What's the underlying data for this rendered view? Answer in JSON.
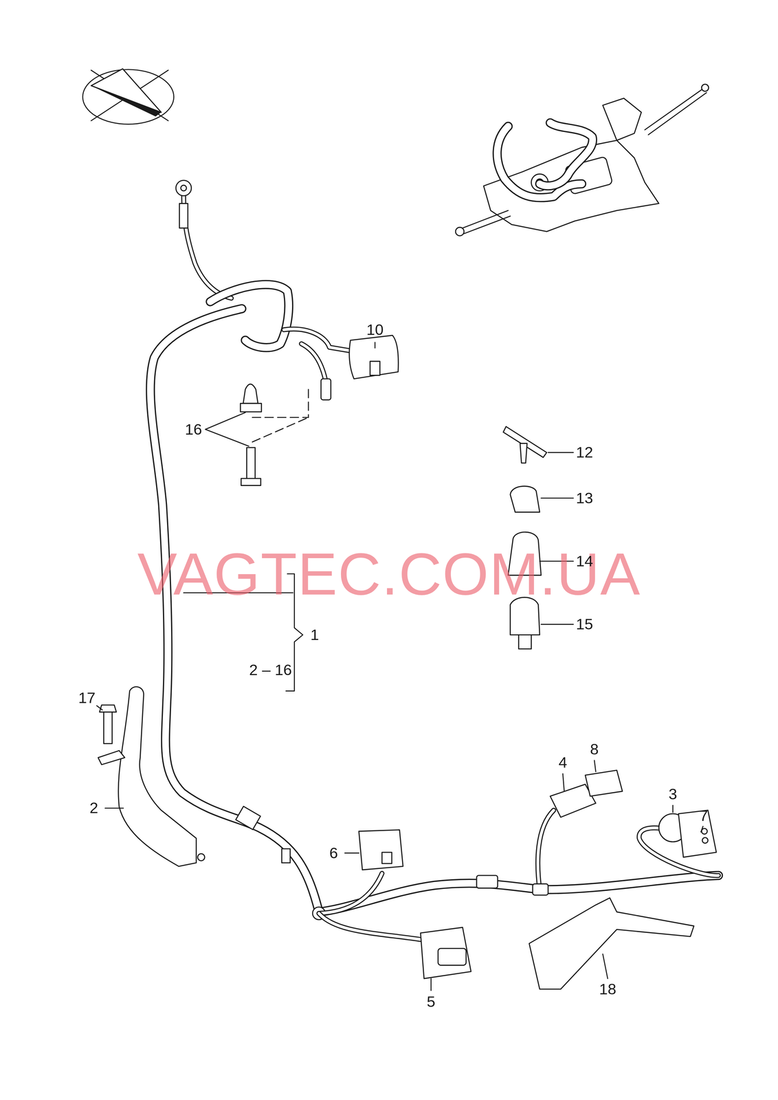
{
  "diagram": {
    "labels": [
      "10",
      "16",
      "12",
      "13",
      "VAGTEC.COM.UA",
      "14",
      "1",
      "15",
      "2 – 16",
      "17",
      "8",
      "4",
      "3",
      "7",
      "2",
      "6",
      "5",
      "18"
    ]
  }
}
